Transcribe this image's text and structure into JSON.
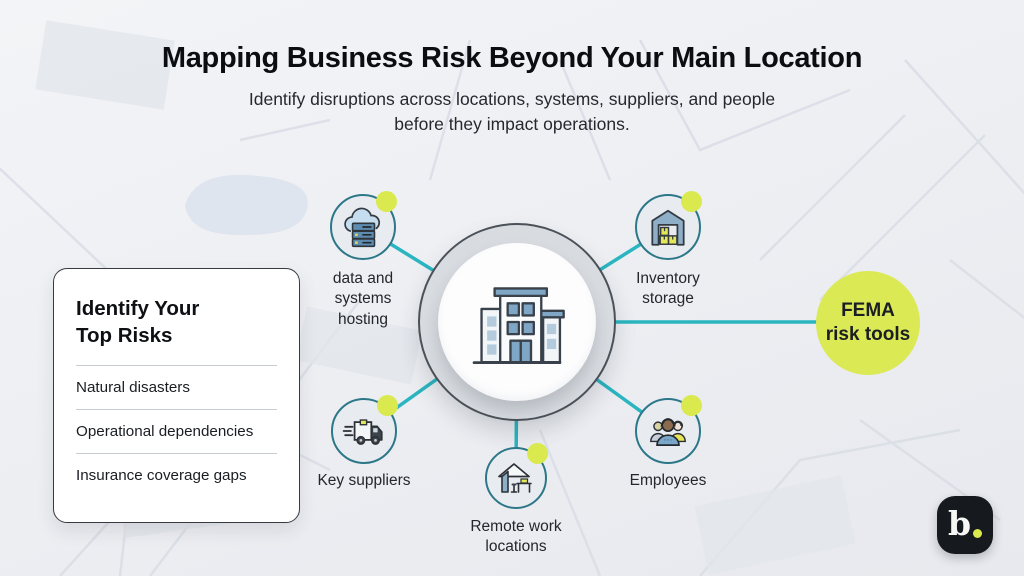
{
  "header": {
    "title": "Mapping Business Risk Beyond Your Main Location",
    "subtitle": "Identify disruptions across locations, systems, suppliers, and people\nbefore they impact operations."
  },
  "risk_card": {
    "title": "Identify Your\nTop Risks",
    "items": [
      {
        "label": "Natural disasters"
      },
      {
        "label": "Operational dependencies"
      },
      {
        "label": "Insurance coverage gaps"
      }
    ]
  },
  "diagram": {
    "hub": {
      "icon": "office-building-icon"
    },
    "nodes": [
      {
        "id": "data-systems-hosting",
        "label": "data and\nsystems\nhosting",
        "icon": "cloud-servers-icon"
      },
      {
        "id": "inventory-storage",
        "label": "Inventory\nstorage",
        "icon": "warehouse-icon"
      },
      {
        "id": "key-suppliers",
        "label": "Key suppliers",
        "icon": "delivery-truck-icon"
      },
      {
        "id": "remote-work-locations",
        "label": "Remote work\nlocations",
        "icon": "home-office-icon"
      },
      {
        "id": "employees",
        "label": "Employees",
        "icon": "people-icon"
      }
    ],
    "highlight_bubble": {
      "label": "FEMA\nrisk tools"
    },
    "colors": {
      "connector_teal": "#2ab5c0",
      "node_border_teal": "#2c7788",
      "highlight_yellow": "#dbe954",
      "accent_dot_yellow": "#d9e94e",
      "hub_ring_gray": "#d8dce1",
      "icon_blue": "#7fa6c4"
    }
  },
  "logo": {
    "letter": "b"
  }
}
